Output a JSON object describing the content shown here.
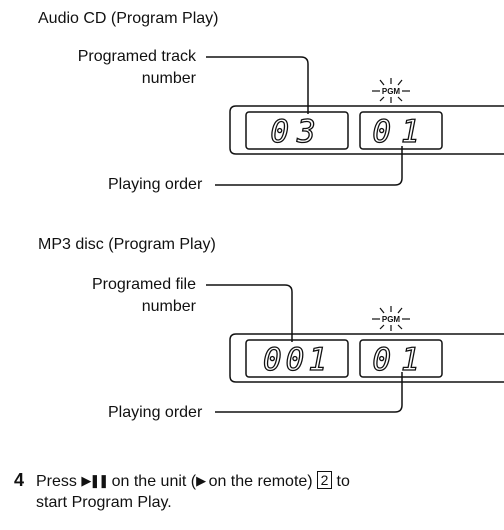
{
  "section1": {
    "title": "Audio CD (Program Play)",
    "label_track_line1": "Programed track",
    "label_track_line2": "number",
    "label_order": "Playing order",
    "digits_left": "03",
    "digits_right": "01",
    "indicator": "PGM"
  },
  "section2": {
    "title": "MP3 disc (Program Play)",
    "label_file_line1": "Programed file",
    "label_file_line2": "number",
    "label_order": "Playing order",
    "digits_left": "001",
    "digits_right": "01",
    "indicator": "PGM"
  },
  "step": {
    "number": "4",
    "text_press": "Press",
    "play_pause_glyph": "▶❚❚",
    "text_on_unit": "on the unit (",
    "play_glyph": "▶",
    "text_on_remote": "on the remote)",
    "ref_number": "2",
    "text_to": "to",
    "line2": "start Program Play."
  }
}
